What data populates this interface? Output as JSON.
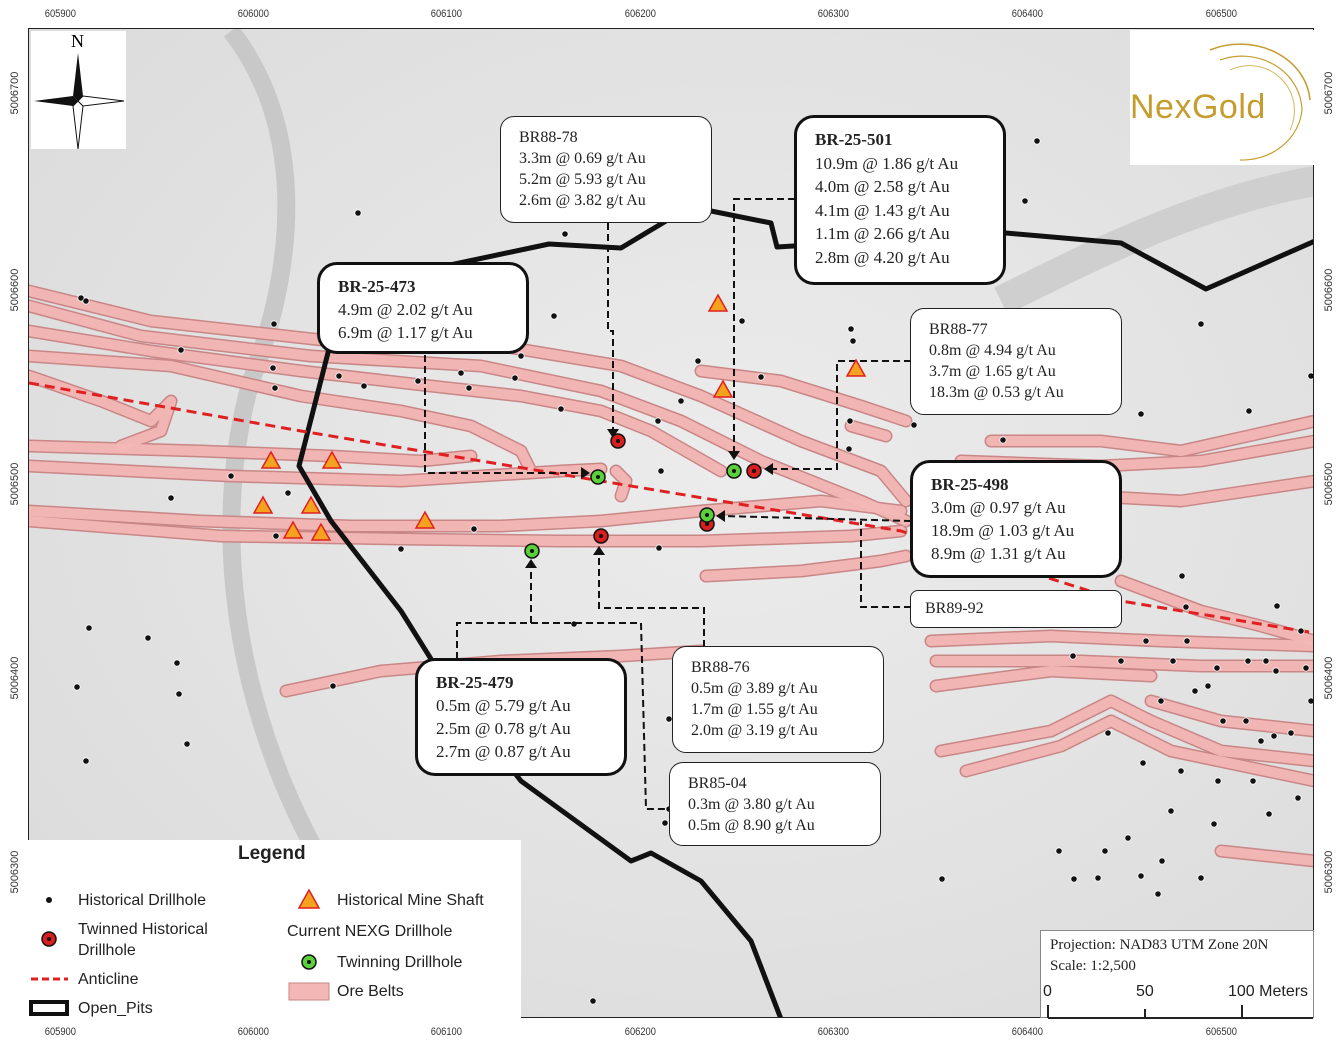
{
  "axes": {
    "x_ticks": [
      "605900",
      "606000",
      "606100",
      "606200",
      "606300",
      "606400",
      "606500"
    ],
    "y_ticks": [
      "5006700",
      "5006600",
      "5006500",
      "5006400",
      "5006300"
    ]
  },
  "logo": {
    "text": "NexGold"
  },
  "north_arrow": {
    "label": "N"
  },
  "callouts": [
    {
      "id": "BR88-78",
      "title": "BR88-78",
      "lines": [
        "3.3m @ 0.69 g/t Au",
        "5.2m @ 5.93 g/t Au",
        "2.6m @ 3.82 g/t Au"
      ]
    },
    {
      "id": "BR-25-501",
      "title": "BR-25-501",
      "lines": [
        "10.9m @ 1.86 g/t Au",
        "4.0m @ 2.58 g/t Au",
        "4.1m @ 1.43 g/t Au",
        "1.1m @ 2.66 g/t Au",
        "2.8m @ 4.20 g/t Au"
      ]
    },
    {
      "id": "BR-25-473",
      "title": "BR-25-473",
      "lines": [
        "4.9m @ 2.02 g/t Au",
        "6.9m @ 1.17 g/t Au"
      ]
    },
    {
      "id": "BR88-77",
      "title": "BR88-77",
      "lines": [
        "0.8m @ 4.94 g/t Au",
        "3.7m @ 1.65 g/t Au",
        "18.3m @ 0.53 g/t Au"
      ]
    },
    {
      "id": "BR-25-498",
      "title": "BR-25-498",
      "lines": [
        "3.0m @ 0.97 g/t Au",
        "18.9m @ 1.03 g/t Au",
        "8.9m @ 1.31 g/t Au"
      ]
    },
    {
      "id": "BR89-92",
      "title": "BR89-92",
      "lines": []
    },
    {
      "id": "BR-25-479",
      "title": "BR-25-479",
      "lines": [
        "0.5m @ 5.79 g/t Au",
        "2.5m @ 0.78 g/t Au",
        "2.7m @ 0.87 g/t Au"
      ]
    },
    {
      "id": "BR88-76",
      "title": "BR88-76",
      "lines": [
        "0.5m @ 3.89 g/t Au",
        "1.7m @ 1.55 g/t Au",
        "2.0m @ 3.19 g/t Au"
      ]
    },
    {
      "id": "BR85-04",
      "title": "BR85-04",
      "lines": [
        "0.3m @ 3.80 g/t Au",
        "0.5m @ 8.90 g/t Au"
      ]
    }
  ],
  "legend": {
    "title": "Legend",
    "historical_drillhole": "Historical Drillhole",
    "twinned_historical_1": "Twinned Historical",
    "twinned_historical_2": "Drillhole",
    "anticline": "Anticline",
    "open_pits": "Open_Pits",
    "historical_mine_shaft": "Historical Mine Shaft",
    "current_nexg": "Current NEXG Drillhole",
    "twinning_drillhole": "Twinning Drillhole",
    "ore_belts": "Ore Belts"
  },
  "scale": {
    "projection": "Projection: NAD83 UTM Zone 20N",
    "scale": "Scale: 1:2,500",
    "labels": [
      "0",
      "50",
      "100 Meters"
    ]
  },
  "colors": {
    "ore_belt": "#f3b8b6",
    "ore_belt_edge": "#c98686",
    "anticline": "#e02020",
    "twinned": "#d81e1e",
    "twinning": "#5ad13a",
    "shaft": "#f5a31e",
    "pit": "#111111",
    "logo": "#c59d2e"
  }
}
